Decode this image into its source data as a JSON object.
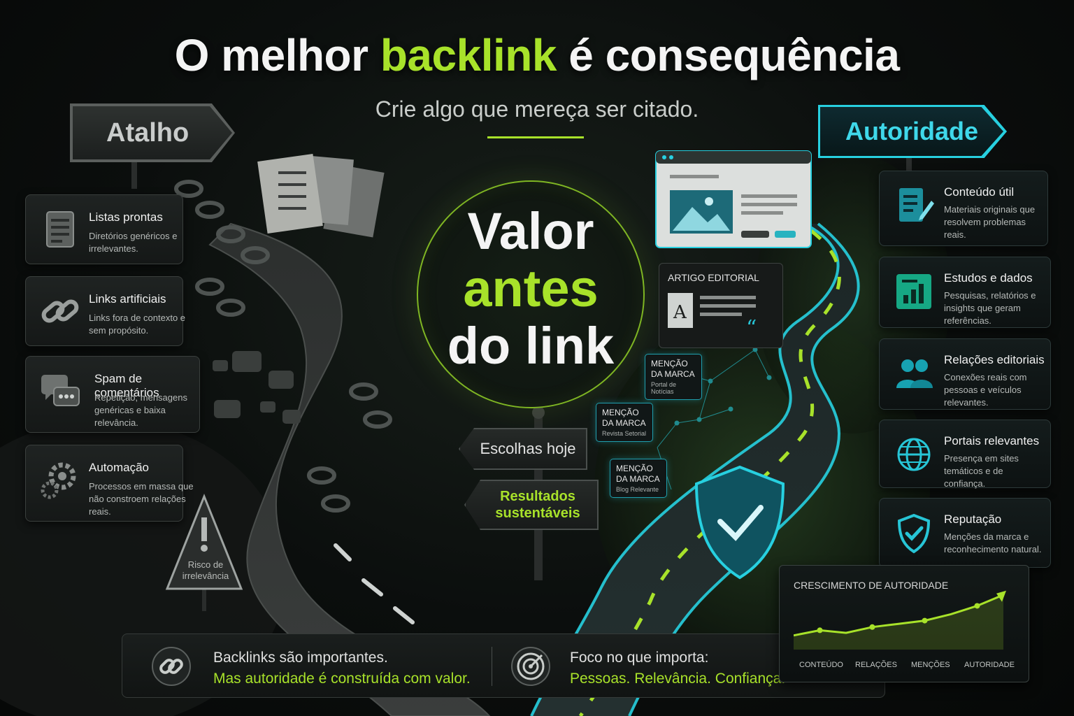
{
  "headline": {
    "part1": "O melhor ",
    "accent": "backlink",
    "part2": " é consequência",
    "subtitle": "Crie algo que mereça ser citado."
  },
  "signs": {
    "left": "Atalho",
    "right": "Autoridade"
  },
  "left_cards": [
    {
      "title": "Listas prontas",
      "desc": "Diretórios genéricos e irrelevantes.",
      "icon": "document-list-icon"
    },
    {
      "title": "Links artificiais",
      "desc": "Links fora de contexto e sem propósito.",
      "icon": "chain-link-icon"
    },
    {
      "title": "Spam de comentários",
      "desc": "Repetição, mensagens genéricas e baixa relevância.",
      "icon": "chat-bubbles-icon"
    },
    {
      "title": "Automação",
      "desc": "Processos em massa que não constroem relações reais.",
      "icon": "gears-icon"
    }
  ],
  "right_cards": [
    {
      "title": "Conteúdo útil",
      "desc": "Materiais originais que resolvem problemas reais.",
      "icon": "document-pen-icon"
    },
    {
      "title": "Estudos e dados",
      "desc": "Pesquisas, relatórios e insights que geram referências.",
      "icon": "bar-chart-icon"
    },
    {
      "title": "Relações editoriais",
      "desc": "Conexões reais com pessoas e veículos relevantes.",
      "icon": "people-icon"
    },
    {
      "title": "Portais relevantes",
      "desc": "Presença em sites temáticos e de confiança.",
      "icon": "globe-icon"
    },
    {
      "title": "Reputação",
      "desc": "Menções da marca e reconhecimento natural.",
      "icon": "shield-check-icon"
    }
  ],
  "center": {
    "line1": "Valor",
    "line2": "antes",
    "line3": "do link"
  },
  "choice": {
    "top": "Escolhas hoje",
    "bottom": "Resultados sustentáveis"
  },
  "warning": "Risco de irrelevância",
  "editorial": "ARTIGO EDITORIAL",
  "mentions": [
    {
      "title": "MENÇÃO DA MARCA",
      "source": "Portal de Notícias"
    },
    {
      "title": "MENÇÃO DA MARCA",
      "source": "Revista Setorial"
    },
    {
      "title": "MENÇÃO DA MARCA",
      "source": "Blog Relevante"
    }
  ],
  "bottom": {
    "left_line1": "Backlinks são importantes.",
    "left_line2": "Mas autoridade é construída com valor.",
    "right_line1": "Foco no que importa:",
    "right_line2": "Pessoas. Relevância. Confiança."
  },
  "growth": {
    "title": "CRESCIMENTO DE AUTORIDADE",
    "labels": [
      "CONTEÚDO",
      "RELAÇÕES",
      "MENÇÕES",
      "AUTORIDADE"
    ],
    "values": [
      22,
      30,
      26,
      35,
      40,
      45,
      55,
      68,
      85
    ]
  },
  "colors": {
    "accent_green": "#a8e22a",
    "accent_cyan": "#27d0e0"
  }
}
